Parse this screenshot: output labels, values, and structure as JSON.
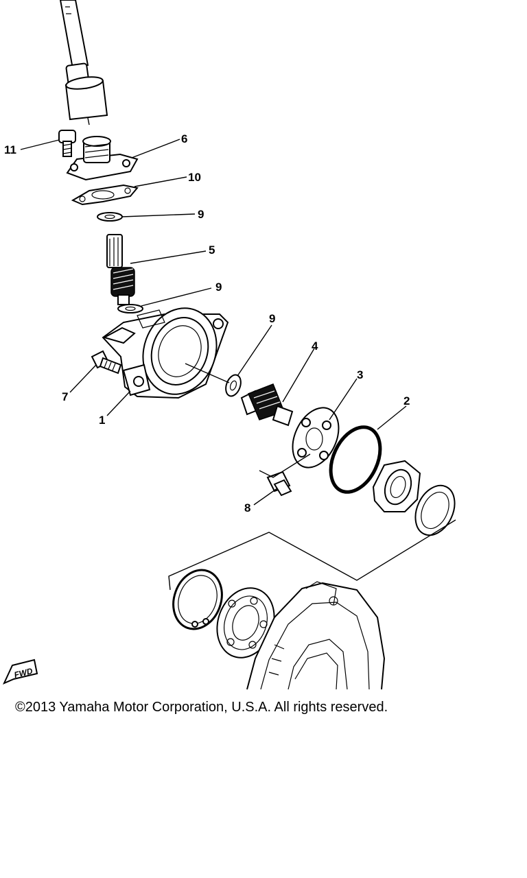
{
  "callouts": {
    "c1": "1",
    "c2": "2",
    "c3": "3",
    "c4": "4",
    "c5": "5",
    "c6": "6",
    "c7": "7",
    "c8": "8",
    "c9a": "9",
    "c9b": "9",
    "c9c": "9",
    "c10": "10",
    "c11": "11"
  },
  "copyright": "©2013 Yamaha Motor Corporation, U.S.A. All rights reserved.",
  "fwd_icon_label": "FWD"
}
